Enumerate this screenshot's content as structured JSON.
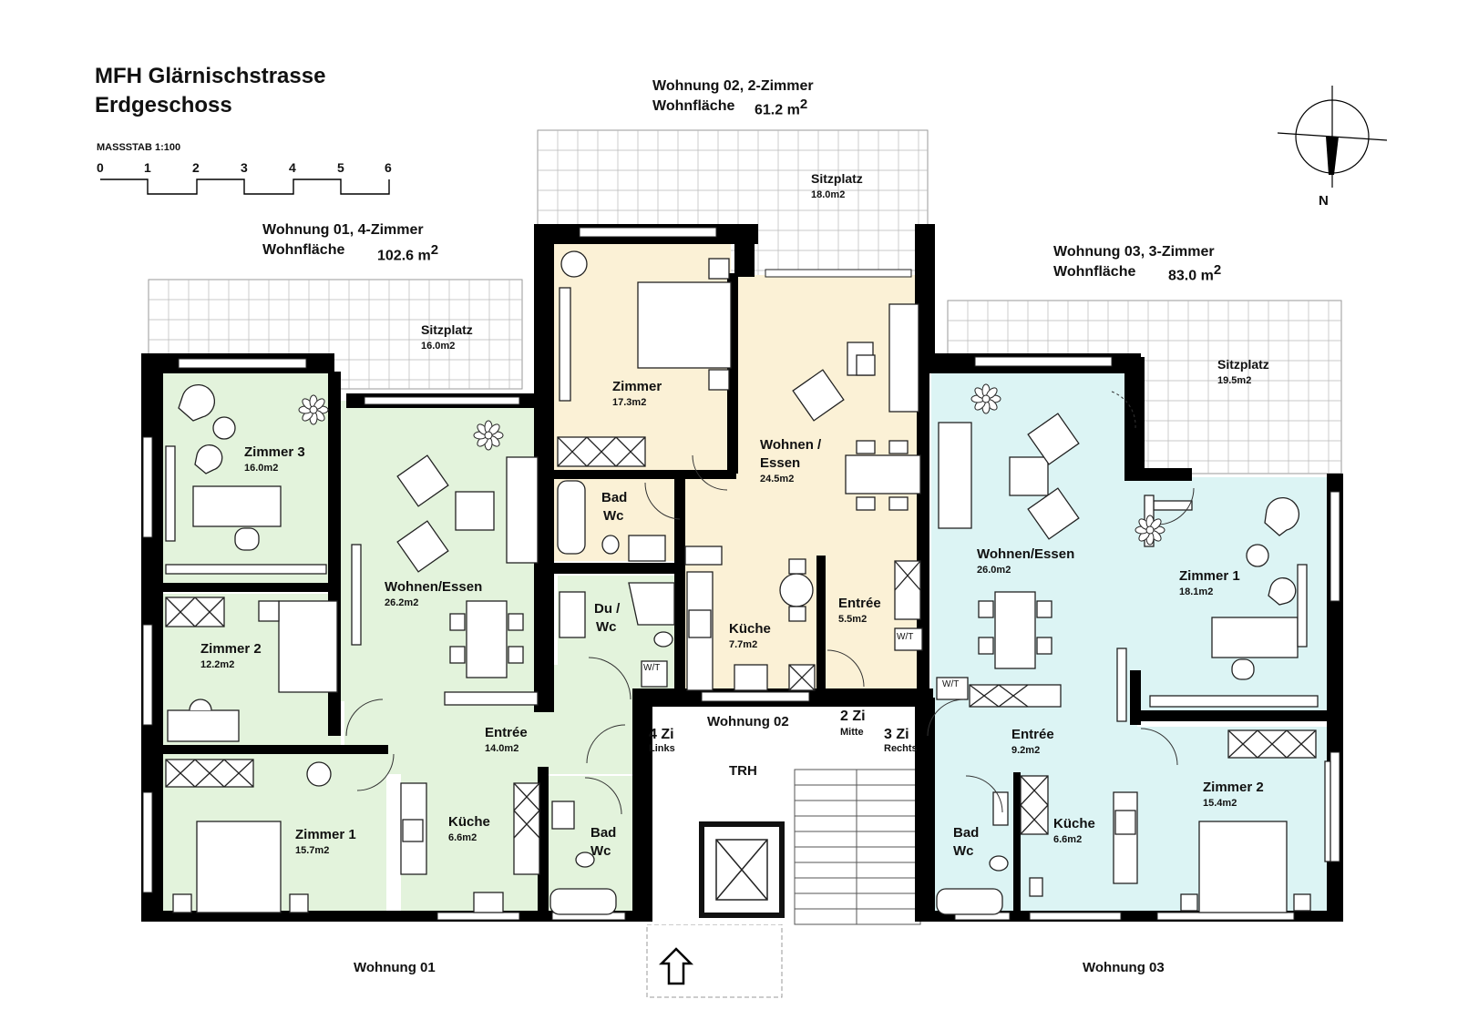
{
  "header": {
    "title_line1": "MFH Glärnischstrasse",
    "title_line2": "Erdgeschoss"
  },
  "scale": {
    "label": "MASSSTAB  1:100",
    "ticks": [
      "0",
      "1",
      "2",
      "3",
      "4",
      "5",
      "6"
    ]
  },
  "north_label": "N",
  "units": {
    "w01": {
      "name": "Wohnung 01, 4-Zimmer",
      "area_label": "Wohnfläche",
      "area": "102.6 m",
      "area_sup": "2",
      "bottom_label": "Wohnung  01"
    },
    "w02": {
      "name": "Wohnung 02, 2-Zimmer",
      "area_label": "Wohnfläche",
      "area": "61.2 m",
      "area_sup": "2",
      "bottom_label": "Wohnung  02"
    },
    "w03": {
      "name": "Wohnung 03, 3-Zimmer",
      "area_label": "Wohnfläche",
      "area": "83.0 m",
      "area_sup": "2",
      "bottom_label": "Wohnung  03"
    }
  },
  "rooms": {
    "w01_sitzplatz": {
      "name": "Sitzplatz",
      "area": "16.0m2"
    },
    "w01_zimmer3": {
      "name": "Zimmer 3",
      "area": "16.0m2"
    },
    "w01_wohnen": {
      "name": "Wohnen/Essen",
      "area": "26.2m2"
    },
    "w01_zimmer2": {
      "name": "Zimmer 2",
      "area": "12.2m2"
    },
    "w01_entree": {
      "name": "Entrée",
      "area": "14.0m2"
    },
    "w01_zimmer1": {
      "name": "Zimmer 1",
      "area": "15.7m2"
    },
    "w01_kueche": {
      "name": "Küche",
      "area": "6.6m2"
    },
    "w01_bad": {
      "name": "Bad",
      "name2": "Wc"
    },
    "w01_du": {
      "name": "Du /",
      "name2": "Wc"
    },
    "w02_sitzplatz": {
      "name": "Sitzplatz",
      "area": "18.0m2"
    },
    "w02_zimmer": {
      "name": "Zimmer",
      "area": "17.3m2"
    },
    "w02_wohnen": {
      "name": "Wohnen /",
      "name2": "Essen",
      "area": "24.5m2"
    },
    "w02_bad": {
      "name": "Bad",
      "name2": "Wc"
    },
    "w02_kueche": {
      "name": "Küche",
      "area": "7.7m2"
    },
    "w02_entree": {
      "name": "Entrée",
      "area": "5.5m2"
    },
    "w03_sitzplatz": {
      "name": "Sitzplatz",
      "area": "19.5m2"
    },
    "w03_wohnen": {
      "name": "Wohnen/Essen",
      "area": "26.0m2"
    },
    "w03_zimmer1": {
      "name": "Zimmer 1",
      "area": "18.1m2"
    },
    "w03_entree": {
      "name": "Entrée",
      "area": "9.2m2"
    },
    "w03_zimmer2": {
      "name": "Zimmer 2",
      "area": "15.4m2"
    },
    "w03_kueche": {
      "name": "Küche",
      "area": "6.6m2"
    },
    "w03_bad": {
      "name": "Bad",
      "name2": "Wc"
    }
  },
  "stair": {
    "trh": "TRH",
    "links": {
      "label": "4 Zi",
      "sub": "Links"
    },
    "mitte": {
      "label": "2 Zi",
      "sub": "Mitte"
    },
    "rechts": {
      "label": "3 Zi",
      "sub": "Rechts"
    }
  },
  "wt_label": "W/T",
  "colors": {
    "w01": "#e3f3dc",
    "w02": "#fbf1d6",
    "w03": "#dcf4f4",
    "wall": "#000000",
    "grid": "#9a9a9a"
  }
}
